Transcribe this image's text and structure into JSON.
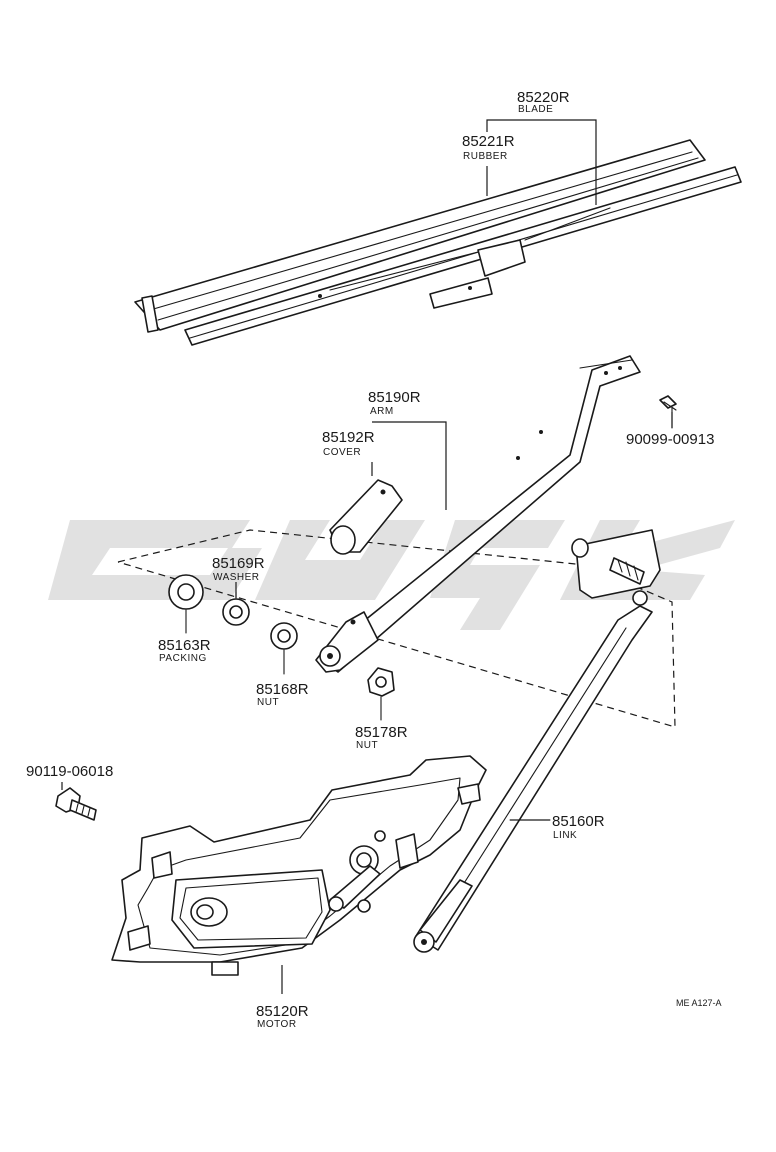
{
  "parts": {
    "blade": {
      "number": "85220R",
      "name": "BLADE"
    },
    "rubber": {
      "number": "85221R",
      "name": "RUBBER"
    },
    "arm": {
      "number": "85190R",
      "name": "ARM"
    },
    "cover": {
      "number": "85192R",
      "name": "COVER"
    },
    "screw": {
      "number": "90099-00913",
      "name": ""
    },
    "washer": {
      "number": "85169R",
      "name": "WASHER"
    },
    "packing": {
      "number": "85163R",
      "name": "PACKING"
    },
    "nut_large": {
      "number": "85168R",
      "name": "NUT"
    },
    "nut_small": {
      "number": "85178R",
      "name": "NUT"
    },
    "bolt": {
      "number": "90119-06018",
      "name": ""
    },
    "link": {
      "number": "85160R",
      "name": "LINK"
    },
    "motor": {
      "number": "85120R",
      "name": "MOTOR"
    }
  },
  "figure_ref": "ME A127-A",
  "colors": {
    "line": "#1a1a1a",
    "watermark": "#c8c8c8",
    "background": "#ffffff"
  }
}
